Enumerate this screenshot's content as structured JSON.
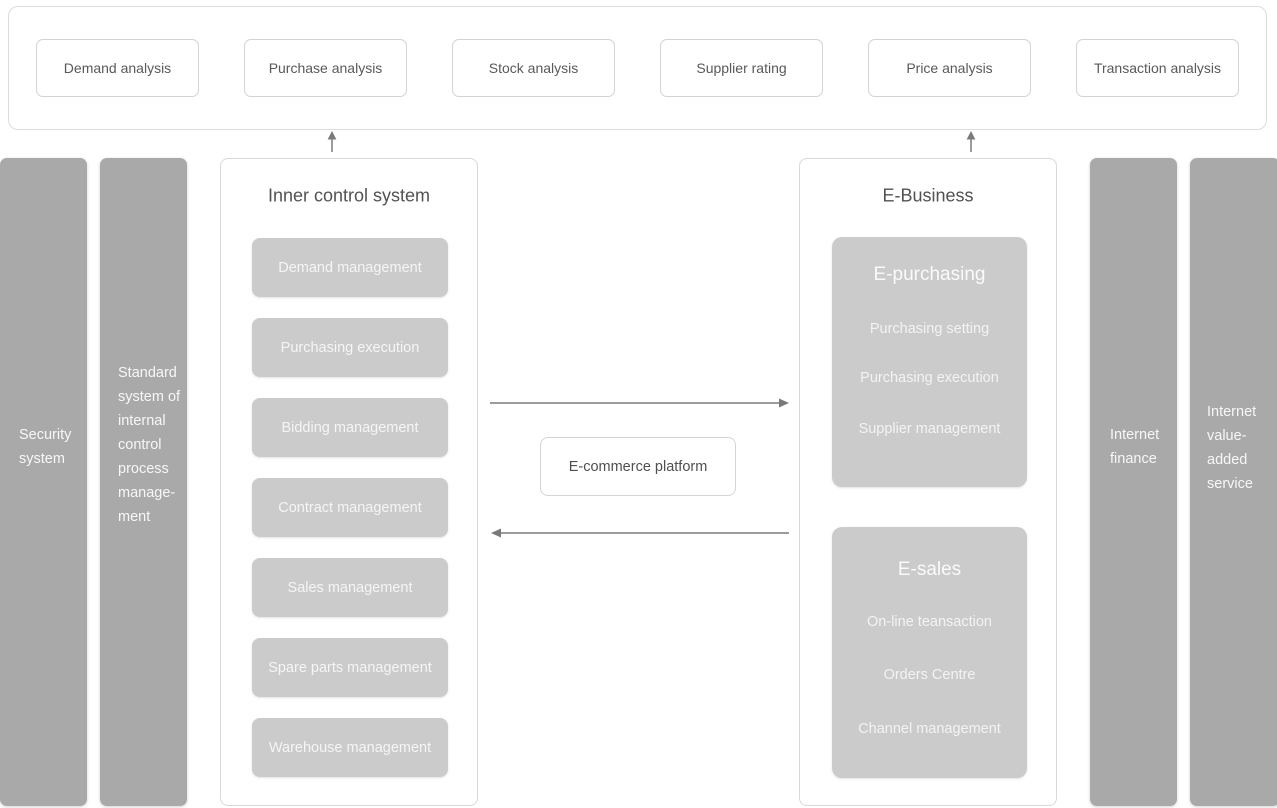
{
  "analysis_bar": {
    "items": [
      "Demand analysis",
      "Purchase analysis",
      "Stock analysis",
      "Supplier rating",
      "Price analysis",
      "Transaction analysis"
    ]
  },
  "left_rails": {
    "security": "Security\nsystem",
    "standard": "Standard\nsystem of\ninternal\ncontrol\nprocess\nmanage-\nment"
  },
  "inner_control": {
    "title": "Inner control system",
    "items": [
      "Demand management",
      "Purchasing execution",
      "Bidding management",
      "Contract management",
      "Sales management",
      "Spare parts management",
      "Warehouse management"
    ]
  },
  "platform": {
    "label": "E-commerce platform"
  },
  "e_business": {
    "title": "E-Business",
    "e_purchasing": {
      "title": "E-purchasing",
      "items": [
        "Purchasing setting",
        "Purchasing execution",
        "Supplier management"
      ]
    },
    "e_sales": {
      "title": "E-sales",
      "items": [
        "On-line teansaction",
        "Orders Centre",
        "Channel management"
      ]
    }
  },
  "right_rails": {
    "finance": "Internet\nfinance",
    "value_added": "Internet\nvalue-\nadded\nservice"
  },
  "colors": {
    "rail_gray": "#a9a9a9",
    "box_gray": "#cbcbcb",
    "border_gray": "#d8d8d8",
    "title_text": "#525252",
    "arrow": "#7a7a7a"
  }
}
